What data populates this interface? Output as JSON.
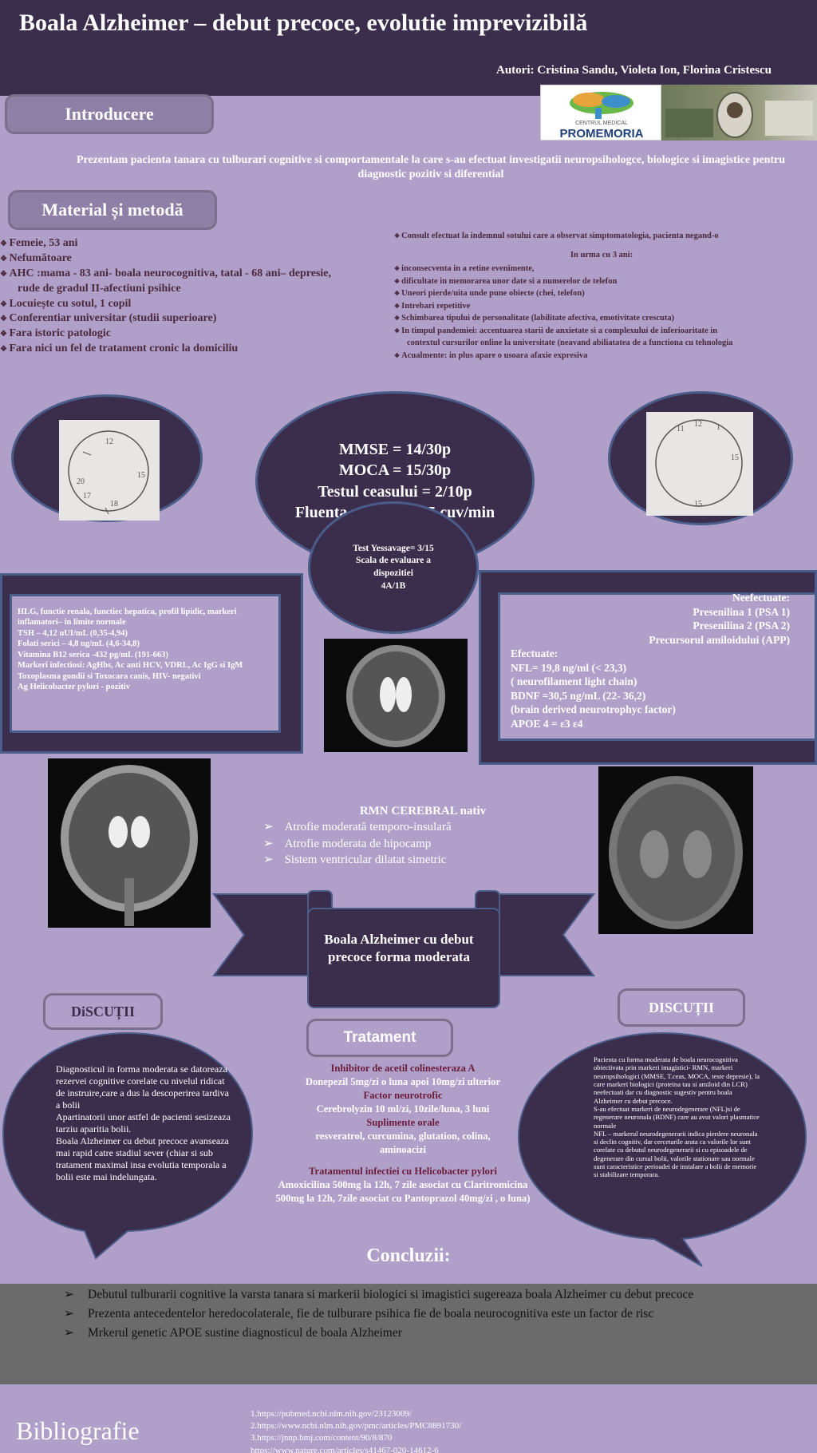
{
  "header": {
    "title": "Boala Alzheimer – debut precoce, evolutie imprevizibilă",
    "authors": "Autori: Cristina Sandu, Violeta Ion, Florina Cristescu"
  },
  "logo": {
    "text": "CENTRUL MEDICAL",
    "brand": "PROMEMORIA"
  },
  "introducere": {
    "heading": "Introducere",
    "text": "Prezentam pacienta tanara cu tulburari cognitive si comportamentale la care s-au efectuat investigatii neuropsihologce, biologice si imagistice pentru diagnostic pozitiv si diferential"
  },
  "material": {
    "heading": "Material și metodă",
    "items": [
      "Femeie, 53 ani",
      "Nefumătoare",
      "AHC :mama - 83 ani- boala neurocognitiva, tatal - 68 ani– depresie,",
      "Locuiește cu sotul, 1 copil",
      "Conferentiar universitar (studii superioare)",
      "Fara istoric patologic",
      "Fara nici un fel de tratament cronic la domiciliu"
    ],
    "ahc_cont": "rude de gradul II-afectiuni psihice"
  },
  "consult": {
    "first": "Consult efectuat la indemnul sotului care a observat simptomatologia, pacienta negand-o",
    "sub": "In urma cu 3 ani:",
    "items": [
      "inconsecventa in a retine evenimente,",
      "dificultate in memorarea unor date si a numerelor de telefon",
      "Uneori pierde/uita unde pune obiecte (chei, telefon)",
      "Intrebari repetitive",
      "Schimbarea tipului de personalitate (labilitate afectiva, emotivitate crescuta)",
      "In timpul pandemiei: accentuarea starii de anxietate si a complexului de inferioaritate in",
      "Acualmente: in plus apare o usoara afaxie expresiva"
    ],
    "pandemic_cont": "contextul cursurilor online la universitate (neavand abiliatatea de a functiona cu tehnologia"
  },
  "tests": {
    "mmse": "MMSE = 14/30p",
    "moca": "MOCA = 15/30p",
    "clock": "Testul ceasului = 2/10p",
    "fluency": "Fluenta verbala = 15 cuv/min",
    "yessavage": "Test Yessavage= 3/15",
    "scale": "Scala de evaluare a dispozitiei",
    "scale_val": "4A/1B"
  },
  "clocks": {
    "left": [
      "12",
      "15",
      "20",
      "17",
      "18"
    ],
    "right": [
      "11",
      "12",
      "1",
      "15",
      "15"
    ]
  },
  "labs": [
    "HLG, functie renala, functiec hepatica, profil lipidic, markeri",
    "inflamatori– in limite normale",
    "TSH – 4,12 uUI/mL (0,35-4,94)",
    "Folati serici – 4,8 ng/mL (4,6-34,8)",
    "Vitamina B12 serica -432 pg/mL (191-663)",
    "Markeri infectiosi: AgHbs, Ac anti HCV, VDRL, Ac IgG si IgM",
    "Toxoplasma gondii si Toxocara canis, HIV- negativi",
    "Ag Helicobacter pylori - pozitiv"
  ],
  "markers": {
    "neefectuate": "Neefectuate:",
    "neef_items": [
      "Presenilina 1 (PSA 1)",
      "Presenilina 2 (PSA 2)",
      "Precursorul amiloidului (APP)"
    ],
    "efectuate": "Efectuate:",
    "ef_items": [
      "NFL= 19,8 ng/ml (< 23,3)",
      "( neurofilament light chain)",
      "BDNF =30,5 ng/mL (22- 36,2)",
      "(brain derived neurotrophyc factor)",
      "APOE 4 = ε3 ε4"
    ]
  },
  "rmn": {
    "heading": "RMN CEREBRAL nativ",
    "items": [
      "Atrofie moderată temporo-insulară",
      "Atrofie moderata de hipocamp",
      "Sistem ventricular dilatat simetric"
    ]
  },
  "banner": {
    "text": "Boala Alzheimer cu debut precoce forma moderata"
  },
  "discutii_left": {
    "heading": "DiSCUȚII",
    "text": "Diagnosticul in forma moderata se datoreaza rezervei cognitive corelate cu nivelul ridicat de instruire,care a dus la descoperirea tardiva a bolii\nApartinatorii unor astfel de pacienti sesizeaza tarziu aparitia bolii.\nBoala Alzheimer cu debut precoce avanseaza mai rapid catre stadiul sever (chiar si sub tratament maximal insa evolutia temporala a bolii este mai indelungata."
  },
  "discutii_right": {
    "heading": "DISCUȚII",
    "text": "Pacienta cu forma moderata de boala neurocognitiva obiectivata prin markeri imagistici- RMN, markeri neuropsihologici (MMSE, T.ceas, MOCA, teste depresie), la care markeri biologici (proteina tau si amiloid din LCR) neefectuati dar cu diagnostic sugestiv pentru boala Alzheimer cu debut precoce.\nS-au efectuat markeri de neurodegenerare (NFL)si de regenerare neuronala (BDNF) care au avut valori plasmatice normale\nNFL – markerul neurodegenerarii indica pierdere neuronala si declin cognitiv, dar cercetarile arata ca valorile lor sunt corelate cu debutul neurodegenerarii si cu episoadele de degenerare din cursul bolii, valorile stationare sau normale sunt caracteristice perioadei de instalare a bolii de memorie si stabilizare temporara."
  },
  "tratament": {
    "heading": "Tratament",
    "blocks": [
      {
        "h": "Inhibitor de acetil colinesteraza A",
        "t": "Donepezil 5mg/zi o luna apoi 10mg/zi ulterior"
      },
      {
        "h": "Factor neurotrofic",
        "t": "Cerebrolyzin 10 ml/zi, 10zile/luna, 3 luni"
      },
      {
        "h": "Suplimente orale",
        "t": "resveratrol, curcumina, glutation, colina, aminoacizi"
      },
      {
        "h": "Tratamentul infectiei cu Helicobacter pylori",
        "t": "Amoxicilina 500mg la 12h, 7 zile asociat cu Claritromicina 500mg la 12h, 7zile asociat cu Pantoprazol 40mg/zi , o luna)"
      }
    ]
  },
  "concluzii": {
    "heading": "Concluzii:",
    "items": [
      "Debutul tulburarii cognitive la varsta tanara si markerii biologici si imagistici sugereaza boala Alzheimer cu debut precoce",
      "Prezenta antecedentelor heredocolaterale, fie de tulburare psihica fie de boala neurocognitiva este un factor de risc",
      "Mrkerul genetic APOE sustine diagnosticul de boala Alzheimer"
    ]
  },
  "bibliografie": {
    "heading": "Bibliografie",
    "items": [
      "1.https://pubmed.ncbi.nlm.nih.gov/23123009/",
      "2.https://www.ncbi.nlm.nih.gov/pmc/articles/PMC8891730/",
      "3.https://jnnp.bmj.com/content/90/8/870",
      "https://www.nature.com/articles/s41467-020-14612-6"
    ]
  }
}
